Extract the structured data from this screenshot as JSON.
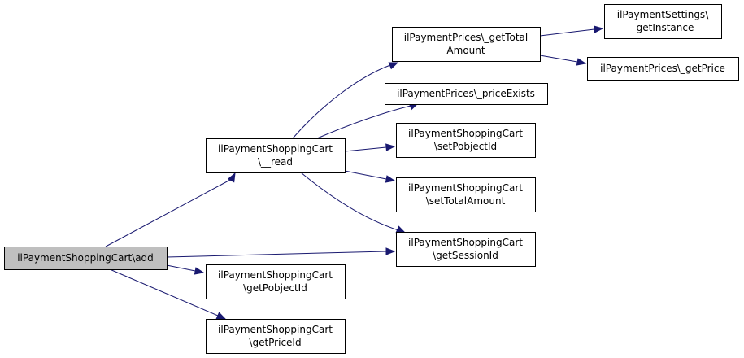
{
  "colors": {
    "node_fill": "#ffffff",
    "root_fill": "#bfbfbf",
    "border": "#000000",
    "edge": "#191970"
  },
  "nodes": {
    "add": {
      "lines": [
        "ilPaymentShoppingCart\\add"
      ],
      "root": true
    },
    "read": {
      "lines": [
        "ilPaymentShoppingCart",
        "\\__read"
      ]
    },
    "getPobjectId": {
      "lines": [
        "ilPaymentShoppingCart",
        "\\getPobjectId"
      ]
    },
    "getPriceId": {
      "lines": [
        "ilPaymentShoppingCart",
        "\\getPriceId"
      ]
    },
    "getTotalAmount": {
      "lines": [
        "ilPaymentPrices\\_getTotal",
        "Amount"
      ]
    },
    "priceExists": {
      "lines": [
        "ilPaymentPrices\\_priceExists"
      ]
    },
    "setPobjectId": {
      "lines": [
        "ilPaymentShoppingCart",
        "\\setPobjectId"
      ]
    },
    "setTotalAmount": {
      "lines": [
        "ilPaymentShoppingCart",
        "\\setTotalAmount"
      ]
    },
    "getSessionId": {
      "lines": [
        "ilPaymentShoppingCart",
        "\\getSessionId"
      ]
    },
    "getInstance": {
      "lines": [
        "ilPaymentSettings\\",
        "_getInstance"
      ]
    },
    "getPrice": {
      "lines": [
        "ilPaymentPrices\\_getPrice"
      ]
    }
  },
  "edges": [
    {
      "from": "add",
      "to": "read"
    },
    {
      "from": "add",
      "to": "getSessionId"
    },
    {
      "from": "add",
      "to": "getPobjectId"
    },
    {
      "from": "add",
      "to": "getPriceId"
    },
    {
      "from": "read",
      "to": "getTotalAmount"
    },
    {
      "from": "read",
      "to": "priceExists"
    },
    {
      "from": "read",
      "to": "setPobjectId"
    },
    {
      "from": "read",
      "to": "setTotalAmount"
    },
    {
      "from": "read",
      "to": "getSessionId"
    },
    {
      "from": "getTotalAmount",
      "to": "getInstance"
    },
    {
      "from": "getTotalAmount",
      "to": "getPrice"
    }
  ]
}
